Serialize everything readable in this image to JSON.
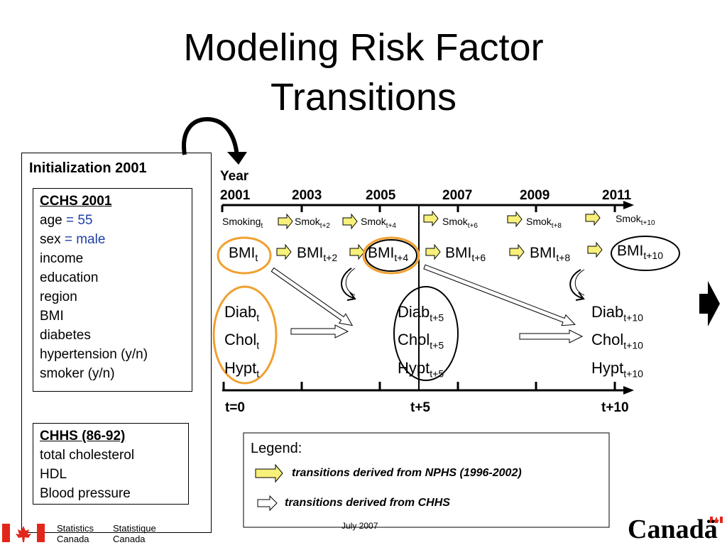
{
  "title": {
    "line1": "Modeling Risk Factor",
    "line2": "Transitions"
  },
  "init": {
    "title": "Initialization 2001",
    "cchs": {
      "title": "CCHS 2001",
      "age_label": "age ",
      "age_value": "= 55",
      "sex_label": "sex ",
      "sex_value": "= male",
      "items": [
        "income",
        "education",
        "region",
        "BMI",
        "diabetes",
        "hypertension (y/n)",
        "smoker (y/n)"
      ]
    },
    "chhs": {
      "title": "CHHS (86-92)",
      "items": [
        "total cholesterol",
        "HDL",
        "Blood pressure"
      ]
    }
  },
  "timeline": {
    "year_label": "Year",
    "years": [
      "2001",
      "2003",
      "2005",
      "2007",
      "2009",
      "2011"
    ],
    "smoking": [
      {
        "base": "Smoking",
        "sub": "t"
      },
      {
        "base": "Smok",
        "sub": "t+2"
      },
      {
        "base": "Smok",
        "sub": "t+4"
      },
      {
        "base": "Smok",
        "sub": "t+6"
      },
      {
        "base": "Smok",
        "sub": "t+8"
      },
      {
        "base": "Smok",
        "sub": "t+10"
      }
    ],
    "bmi": [
      {
        "base": "BMI",
        "sub": "t"
      },
      {
        "base": "BMI",
        "sub": "t+2"
      },
      {
        "base": "BMI",
        "sub": "t+4"
      },
      {
        "base": "BMI",
        "sub": "t+6"
      },
      {
        "base": "BMI",
        "sub": "t+8"
      },
      {
        "base": "BMI",
        "sub": "t+10"
      }
    ],
    "groups": [
      {
        "diab": "Diab",
        "chol": "Chol",
        "hypt": "Hypt",
        "sub": "t"
      },
      {
        "diab": "Diab",
        "chol": "Chol",
        "hypt": "Hypt",
        "sub": "t+5"
      },
      {
        "diab": "Diab",
        "chol": "Chol",
        "hypt": "Hypt",
        "sub": "t+10"
      }
    ],
    "time_labels": [
      "t=0",
      "t+5",
      "t+10"
    ]
  },
  "legend": {
    "title": "Legend:",
    "nphs": "transitions derived from NPHS (1996-2002)",
    "chhs": "transitions derived from CHHS"
  },
  "footer": {
    "date": "July 2007",
    "sc_en_1": "Statistics",
    "sc_en_2": "Canada",
    "sc_fr_1": "Statistique",
    "sc_fr_2": "Canada",
    "wordmark": "Canadä"
  },
  "colors": {
    "accent_orange": "#f0a030",
    "nphs_fill": "#f7f07a"
  }
}
